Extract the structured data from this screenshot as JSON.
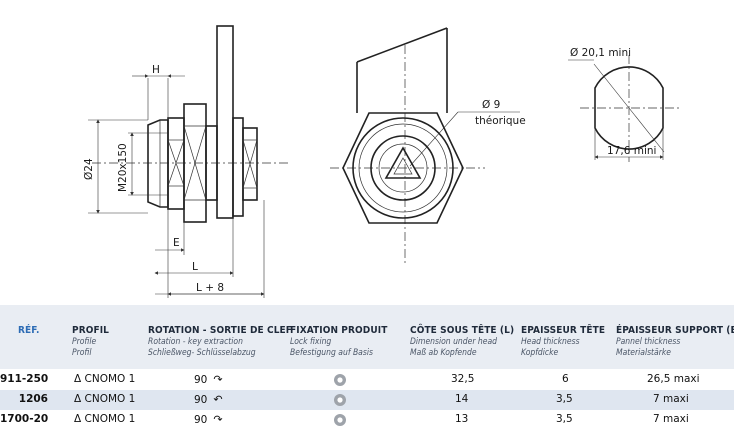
{
  "drawing": {
    "labels": {
      "h": "H",
      "d24": "Ø24",
      "m20": "M20x150",
      "e": "E",
      "l": "L",
      "l8": "L + 8",
      "d9": "Ø 9",
      "theorique": "théorique",
      "d201": "Ø 20,1 mini",
      "d176": "17,6 mini"
    }
  },
  "table": {
    "headers": [
      {
        "main": "RÉF.",
        "en": "",
        "de": ""
      },
      {
        "main": "PROFIL",
        "en": "Profile",
        "de": "Profil"
      },
      {
        "main": "ROTATION - SORTIE DE CLEF",
        "en": "Rotation - key extraction",
        "de": "Schließweg- Schlüsselabzug"
      },
      {
        "main": "FIXATION PRODUIT",
        "en": "Lock fixing",
        "de": "Befestigung auf Basis"
      },
      {
        "main": "CÔTE SOUS TÊTE (L)",
        "en": "Dimension under head",
        "de": "Maß ab Kopfende"
      },
      {
        "main": "EPAISSEUR TÊTE",
        "en": "Head thickness",
        "de": "Kopfdicke"
      },
      {
        "main": "ÉPAISSEUR SUPPORT (E)",
        "en": "Pannel thickness",
        "de": "Materialstärke"
      }
    ],
    "rows": [
      {
        "ref": "911-250",
        "profil": "Δ CNOMO 1",
        "rotation": "90",
        "arrow": "↷",
        "cote": "32,5",
        "tete": "6",
        "support": "26,5 maxi"
      },
      {
        "ref": "1206",
        "profil": "Δ CNOMO 1",
        "rotation": "90",
        "arrow": "↶",
        "cote": "14",
        "tete": "3,5",
        "support": "7 maxi"
      },
      {
        "ref": "1700-20",
        "profil": "Δ CNOMO 1",
        "rotation": "90",
        "arrow": "↷",
        "cote": "13",
        "tete": "3,5",
        "support": "7 maxi"
      }
    ],
    "colors": {
      "header_bg": "#e9edf3",
      "alt_row": "#dfe6f0",
      "ref_header": "#2d6cb5"
    }
  }
}
